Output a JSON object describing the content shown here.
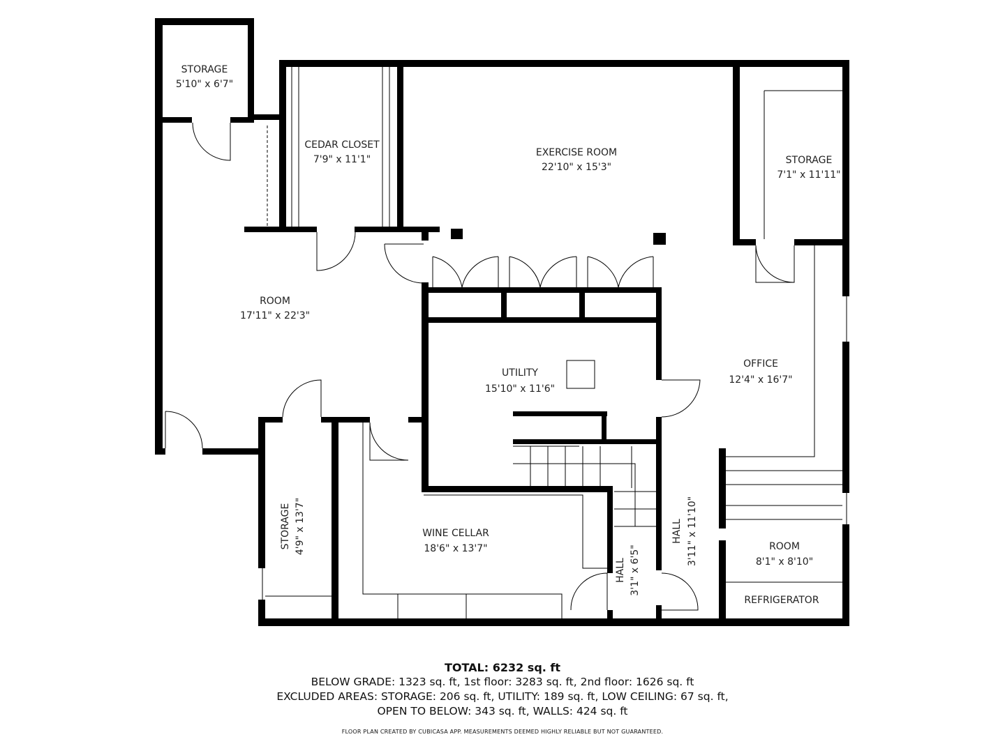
{
  "rooms": [
    {
      "name": "STORAGE",
      "size": "5'10\" x 6'7\""
    },
    {
      "name": "CEDAR CLOSET",
      "size": "7'9\" x 11'1\""
    },
    {
      "name": "EXERCISE ROOM",
      "size": "22'10\" x 15'3\""
    },
    {
      "name": "STORAGE",
      "size": "7'1\" x 11'11\""
    },
    {
      "name": "ROOM",
      "size": "17'11\" x 22'3\""
    },
    {
      "name": "UTILITY",
      "size": "15'10\" x 11'6\""
    },
    {
      "name": "OFFICE",
      "size": "12'4\" x 16'7\""
    },
    {
      "name": "STORAGE",
      "size": "4'9\" x 13'7\""
    },
    {
      "name": "WINE CELLAR",
      "size": "18'6\" x 13'7\""
    },
    {
      "name": "HALL",
      "size": "3'1\" x 6'5\""
    },
    {
      "name": "HALL",
      "size": "3'11\" x 11'10\""
    },
    {
      "name": "ROOM",
      "size": "8'1\" x 8'10\""
    },
    {
      "name": "REFRIGERATOR",
      "size": ""
    }
  ],
  "summary": {
    "total": "TOTAL: 6232 sq. ft",
    "line1": "BELOW GRADE: 1323 sq. ft, 1st floor: 3283 sq. ft, 2nd floor: 1626 sq. ft",
    "line2": "EXCLUDED AREAS: STORAGE: 206 sq. ft, UTILITY: 189 sq. ft, LOW CEILING: 67 sq. ft,",
    "line3": "OPEN TO BELOW: 343 sq. ft, WALLS: 424 sq. ft",
    "credit": "FLOOR PLAN CREATED BY CUBICASA APP. MEASUREMENTS DEEMED HIGHLY RELIABLE BUT NOT GUARANTEED."
  }
}
